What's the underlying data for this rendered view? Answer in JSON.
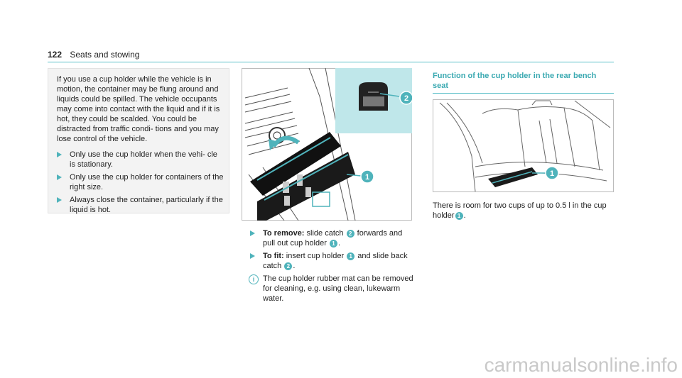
{
  "header": {
    "page_number": "122",
    "section": "Seats and stowing"
  },
  "warning": {
    "text": "If you use a cup holder while the vehicle is in motion, the container may be flung around and liquids could be spilled. The vehicle occupants may come into contact with the liquid and if it is hot, they could be scalded. You could be distracted from traffic condi- tions and you may lose control of the vehicle.",
    "bullets": [
      "Only use the cup holder when the vehi- cle is stationary.",
      "Only use the cup holder for containers of the right size.",
      "Always close the container, particularly if the liquid is hot."
    ]
  },
  "instructions": {
    "remove_label": "To remove:",
    "remove_a": "slide catch",
    "remove_b": "forwards and pull out cup holder",
    "remove_end": ".",
    "fit_label": "To fit:",
    "fit_a": "insert cup holder",
    "fit_b": "and slide back catch",
    "fit_end": ".",
    "note": "The cup holder rubber mat can be removed for cleaning, e.g. using clean, lukewarm water.",
    "badge_1": "1",
    "badge_2": "2"
  },
  "rear_section": {
    "title": "Function of the cup holder in the rear bench seat",
    "text_a": "There is room for two cups of up to 0.5 l in the cup holder",
    "text_end": "."
  },
  "watermark": "carmanualsonline.info",
  "colors": {
    "accent": "#4fb3bb",
    "panel": "#f3f3f3",
    "image_highlight": "#bfe7ea"
  }
}
